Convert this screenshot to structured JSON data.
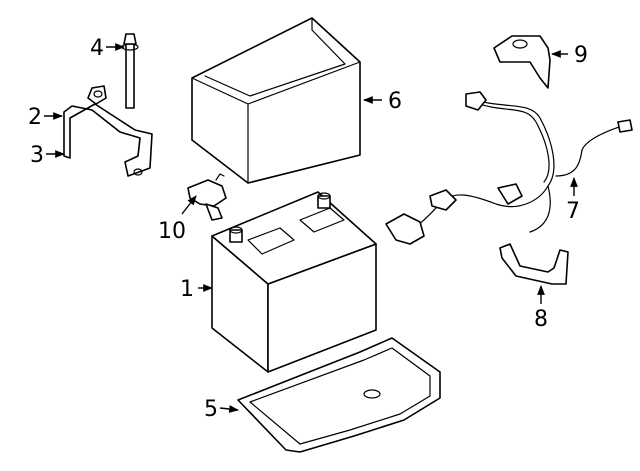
{
  "callouts": [
    {
      "id": "battery",
      "number": "1"
    },
    {
      "id": "hold-down-bracket",
      "number": "2"
    },
    {
      "id": "bracket-clip",
      "number": "3"
    },
    {
      "id": "hold-down-bolt",
      "number": "4"
    },
    {
      "id": "battery-tray",
      "number": "5"
    },
    {
      "id": "insulator-box",
      "number": "6"
    },
    {
      "id": "cable-harness",
      "number": "7"
    },
    {
      "id": "cable-bracket",
      "number": "8"
    },
    {
      "id": "terminal-cover",
      "number": "9"
    },
    {
      "id": "terminal-clamp",
      "number": "10"
    }
  ]
}
